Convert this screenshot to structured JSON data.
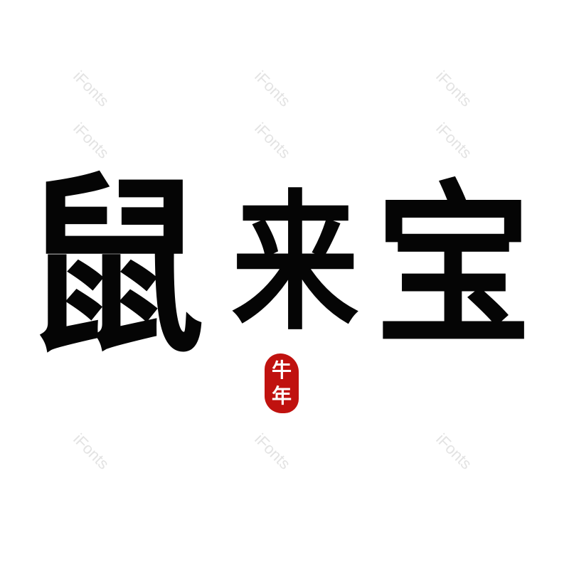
{
  "watermark": "iFonts",
  "title": {
    "characters": [
      "鼠",
      "来",
      "宝"
    ]
  },
  "seal": {
    "text": [
      "牛",
      "年"
    ],
    "color": "#c0120f"
  },
  "colors": {
    "ink": "#050505",
    "background": "#ffffff"
  }
}
